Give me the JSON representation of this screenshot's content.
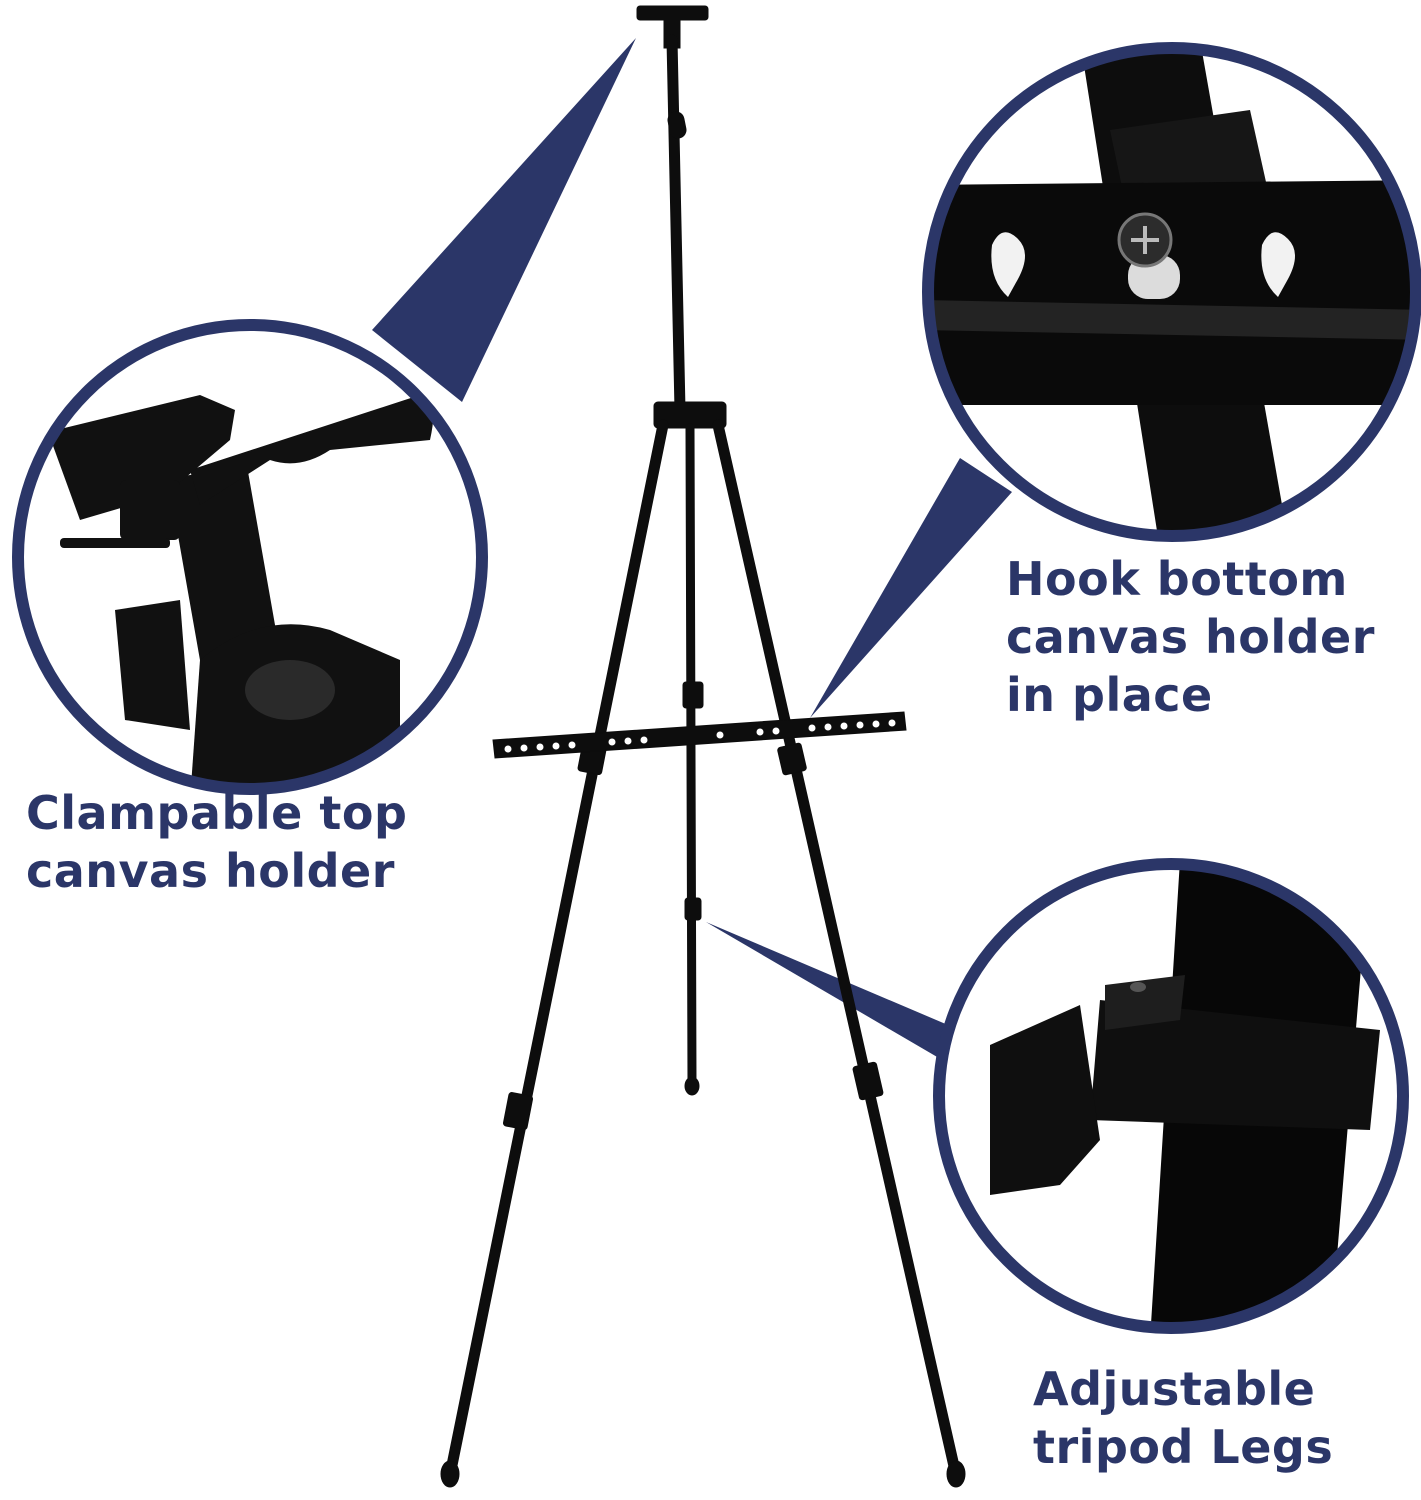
{
  "colors": {
    "accent_navy": "#2b3668",
    "product_black": "#0d0d0d",
    "background": "#ffffff"
  },
  "captions": {
    "clamp": {
      "line1": "Clampable top",
      "line2": "canvas holder"
    },
    "hook": {
      "line1": "Hook bottom",
      "line2": "canvas holder",
      "line3": "in place"
    },
    "legs": {
      "line1": "Adjustable",
      "line2": "tripod Legs"
    }
  },
  "icons": [
    "clamp-detail-icon",
    "hook-detail-icon",
    "leg-clip-detail-icon",
    "easel-icon"
  ]
}
